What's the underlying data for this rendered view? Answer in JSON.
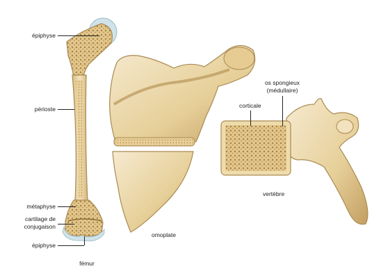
{
  "labels": {
    "epiphyse_top": "épiphyse",
    "perioste": "périoste",
    "metaphyse": "métaphyse",
    "cartilage_line1": "cartilage de",
    "cartilage_line2": "conjugaison",
    "epiphyse_bottom": "épiphyse",
    "femur": "fémur",
    "omoplate": "omoplate",
    "os_spongieux_line1": "os spongieux",
    "os_spongieux_line2": "(médullaire)",
    "corticale": "corticale",
    "vertebre": "vertèbre"
  },
  "colors": {
    "bone": "#ecd9a8",
    "bone_shadow": "#c9a86a",
    "bone_dark": "#a98a52",
    "cartilage": "#cfe3ea",
    "marrow": "#d9b877",
    "marrow_dot": "#9c7a3e"
  }
}
